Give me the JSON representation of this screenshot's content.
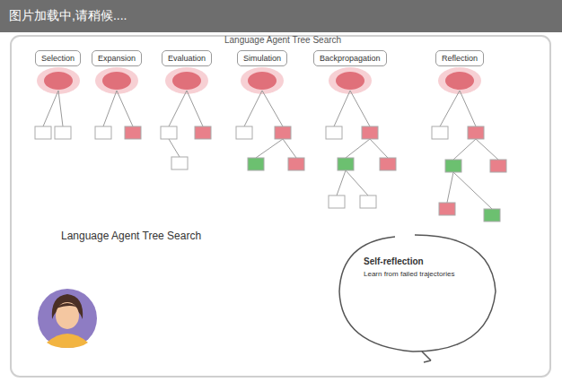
{
  "diagram": {
    "title": "Language Agent Tree Search",
    "nodes": [
      {
        "text": [
          "Selection"
        ]
      },
      {
        "text": [
          "Expansion"
        ]
      },
      {
        "text": [
          "Evaluation"
        ]
      },
      {
        "text": [
          "Simulation"
        ]
      },
      {
        "text": [
          "Backpropagation"
        ]
      },
      {
        "text": [
          "Reflection"
        ]
      },
      {
        "text": [
          "Self-reflection",
          "Learn from failed trajectories"
        ]
      }
    ],
    "labels": [
      "图片加载中,请稍候....",
      "Language Agent Tree Search"
    ]
  }
}
